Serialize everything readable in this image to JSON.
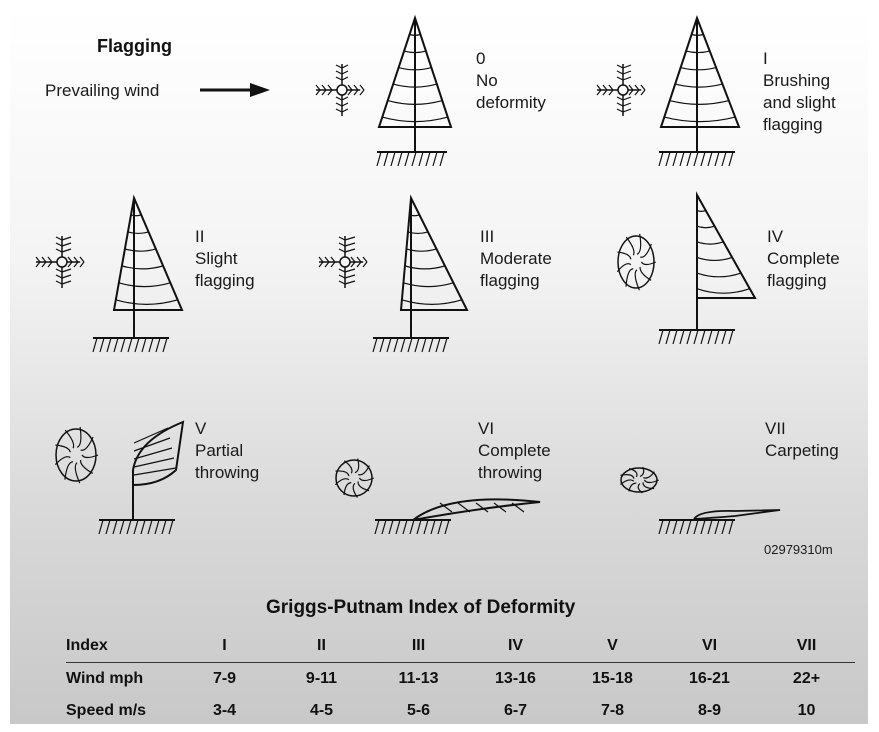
{
  "title": "Flagging",
  "wind_label": "Prevailing wind",
  "stages": [
    {
      "label": "0\nNo\ndeformity"
    },
    {
      "label": "I\nBrushing\nand slight\nflagging"
    },
    {
      "label": "II\nSlight\nflagging"
    },
    {
      "label": "III\nModerate\nflagging"
    },
    {
      "label": "IV\nComplete\nflagging"
    },
    {
      "label": "V\nPartial\nthrowing"
    },
    {
      "label": "VI\nComplete\nthrowing"
    },
    {
      "label": "VII\nCarpeting"
    }
  ],
  "figure_code": "02979310m",
  "table": {
    "title": "Griggs-Putnam Index of Deformity",
    "header": [
      "Index",
      "I",
      "II",
      "III",
      "IV",
      "V",
      "VI",
      "VII"
    ],
    "rows": [
      [
        "Wind mph",
        "7-9",
        "9-11",
        "11-13",
        "13-16",
        "15-18",
        "16-21",
        "22+"
      ],
      [
        "Speed m/s",
        "3-4",
        "4-5",
        "5-6",
        "6-7",
        "7-8",
        "8-9",
        "10"
      ]
    ]
  }
}
